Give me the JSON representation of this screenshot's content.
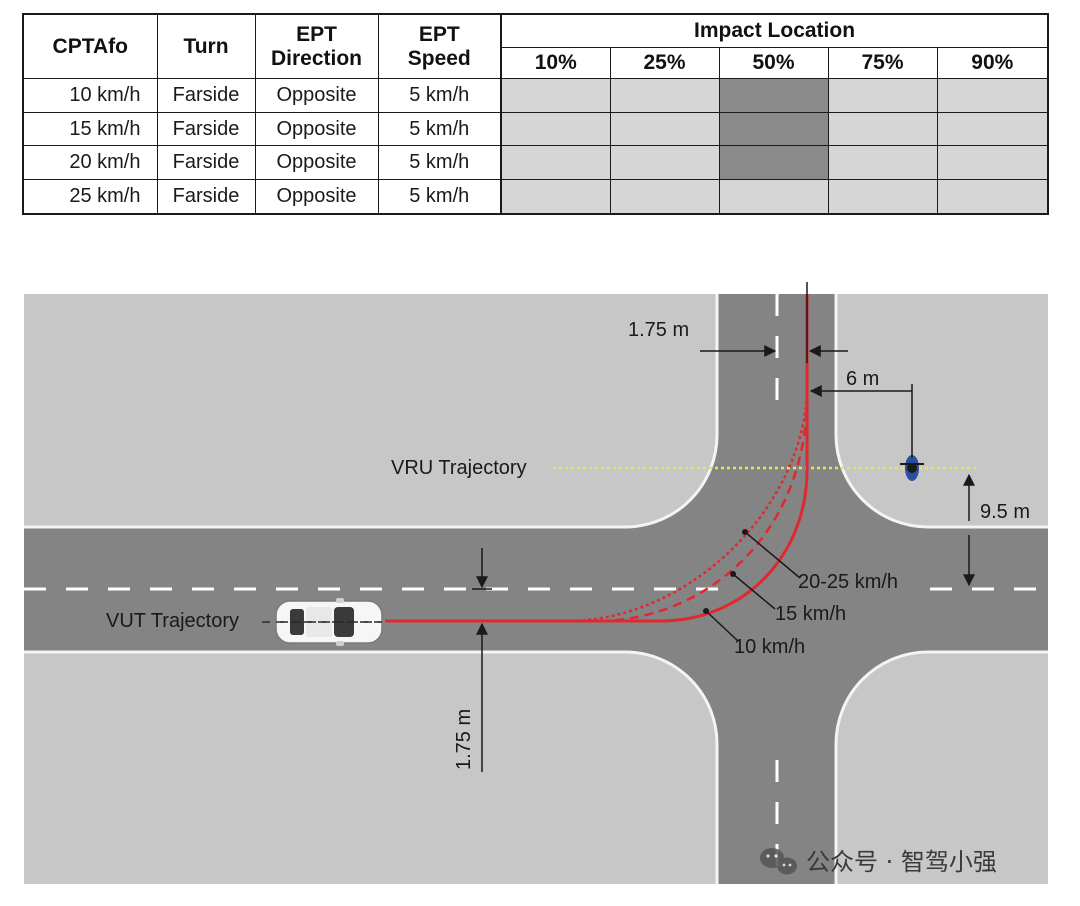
{
  "table": {
    "headers": {
      "cptafo": "CPTAfo",
      "turn": "Turn",
      "ept_direction_line1": "EPT",
      "ept_direction_line2": "Direction",
      "ept_speed_line1": "EPT",
      "ept_speed_line2": "Speed",
      "impact_location": "Impact Location"
    },
    "impact_columns": [
      "10%",
      "25%",
      "50%",
      "75%",
      "90%"
    ],
    "rows": [
      {
        "speed": "10 km/h",
        "turn": "Farside",
        "direction": "Opposite",
        "ept_speed": "5 km/h",
        "impact": "50%"
      },
      {
        "speed": "15 km/h",
        "turn": "Farside",
        "direction": "Opposite",
        "ept_speed": "5 km/h",
        "impact": "50%"
      },
      {
        "speed": "20 km/h",
        "turn": "Farside",
        "direction": "Opposite",
        "ept_speed": "5 km/h",
        "impact": "50%"
      },
      {
        "speed": "25 km/h",
        "turn": "Farside",
        "direction": "Opposite",
        "ept_speed": "5 km/h",
        "impact": "none"
      }
    ],
    "colors": {
      "cell": "#d6d6d6",
      "highlight": "#8a8a8a"
    }
  },
  "diagram": {
    "labels": {
      "lateral_offset_top": "1.75 m",
      "lateral_offset_left": "1.75 m",
      "vru_offset": "6 m",
      "vru_distance": "9.5 m",
      "vru_trajectory": "VRU Trajectory",
      "vut_trajectory": "VUT Trajectory",
      "speed_20_25": "20-25 km/h",
      "speed_15": "15 km/h",
      "speed_10": "10 km/h"
    },
    "colors": {
      "grass": "#c7c7c7",
      "road": "#848484",
      "vut_path": "#e0282e",
      "vru_path": "#e8e84a",
      "cyclist": "#2d4fa0"
    }
  },
  "watermark": "公众号 · 智驾小强"
}
